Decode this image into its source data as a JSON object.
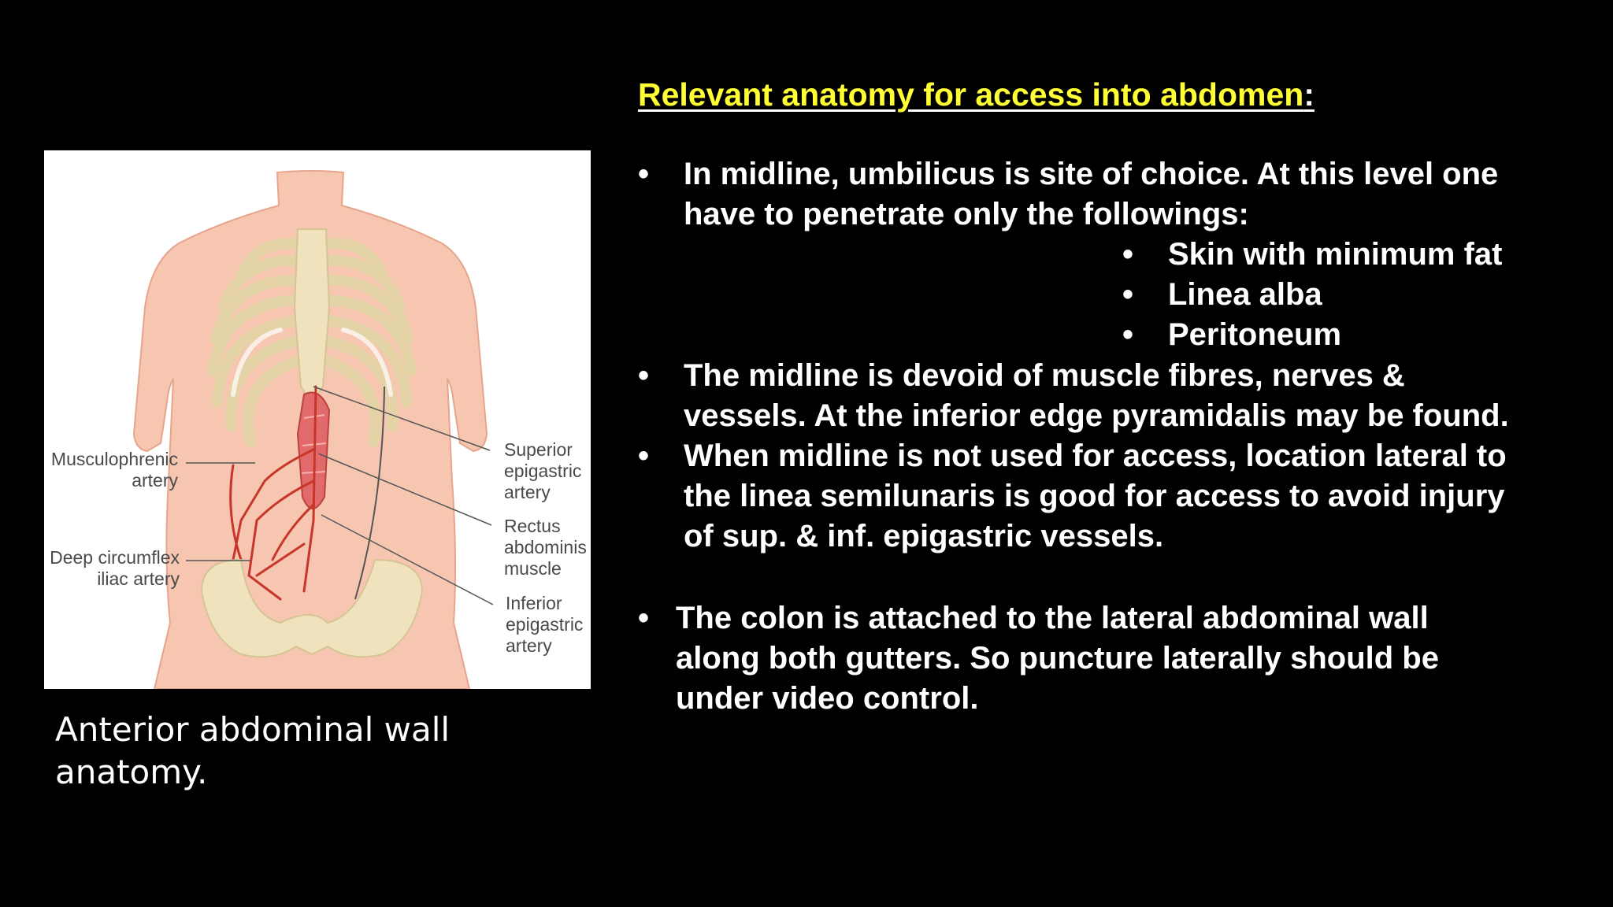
{
  "figure": {
    "labels": {
      "musculophrenic": [
        "Musculophrenic",
        "artery"
      ],
      "deep_circumflex": [
        "Deep circumflex",
        "iliac artery"
      ],
      "superior_epigastric": [
        "Superior",
        "epigastric",
        "artery"
      ],
      "rectus_abdominis": [
        "Rectus",
        "abdominis",
        "muscle"
      ],
      "inferior_epigastric": [
        "Inferior",
        "epigastric",
        "artery"
      ]
    },
    "colors": {
      "skin": "#f6c6b0",
      "bone": "#efe2bd",
      "artery": "#c8362b",
      "muscle": "#e36a6a"
    }
  },
  "caption": [
    "Anterior abdominal wall",
    "anatomy."
  ],
  "heading": {
    "text": "Relevant anatomy for access into abdomen",
    "suffix": ":",
    "color": "#ffff33"
  },
  "bullet_symbol": "•",
  "bullets": [
    {
      "lines": [
        "In midline, umbilicus is site of choice. At this level one",
        "have to penetrate only the followings:"
      ]
    },
    {
      "lines": [
        "Skin with minimum fat"
      ]
    },
    {
      "lines": [
        "Linea alba"
      ]
    },
    {
      "lines": [
        "Peritoneum"
      ]
    },
    {
      "lines": [
        "The midline is devoid of muscle fibres, nerves &",
        "vessels. At the inferior edge pyramidalis may be found."
      ]
    },
    {
      "lines": [
        "When midline is not used for access, location lateral to",
        "the linea semilunaris is good for access to avoid injury",
        "of sup. & inf. epigastric vessels."
      ]
    },
    {
      "lines": [
        "The colon is attached to the lateral abdominal wall",
        "along both gutters. So puncture laterally should be",
        "under video control."
      ]
    }
  ]
}
